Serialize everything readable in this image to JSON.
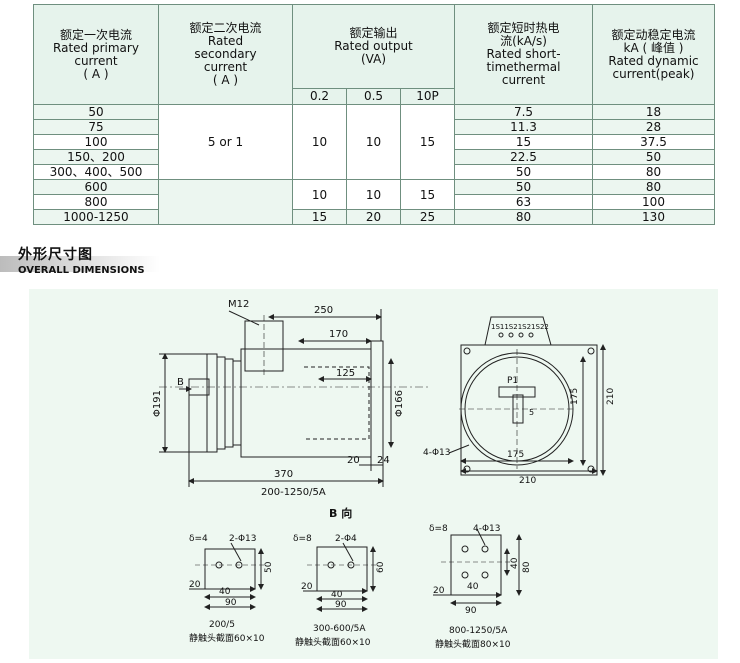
{
  "table": {
    "headers": {
      "primary": [
        "额定一次电流",
        "Rated primary",
        "current",
        "( A )"
      ],
      "secondary": [
        "额定二次电流",
        "Rated",
        "secondary",
        "current",
        "( A )"
      ],
      "output": [
        "额定输出",
        "Rated output",
        "(VA)"
      ],
      "output_classes": [
        "0.2",
        "0.5",
        "10P"
      ],
      "thermal": [
        "额定短时热电",
        "流(kA/s)",
        "Rated short-",
        "timethermal",
        "current"
      ],
      "dynamic": [
        "额定动稳定电流",
        "kA ( 峰值 )",
        "Rated dynamic",
        "current(peak)"
      ]
    },
    "primary_values": [
      "50",
      "75",
      "100",
      "150、200",
      "300、400、500",
      "600",
      "800",
      "1000-1250"
    ],
    "secondary_value": "5 or 1",
    "output_group1": [
      "10",
      "10",
      "15"
    ],
    "output_group2": [
      "10",
      "10",
      "15"
    ],
    "output_group3": [
      "15",
      "20",
      "25"
    ],
    "thermal_values": [
      "7.5",
      "11.3",
      "15",
      "22.5",
      "50",
      "50",
      "63",
      "80"
    ],
    "dynamic_values": [
      "18",
      "28",
      "37.5",
      "50",
      "80",
      "80",
      "100",
      "130"
    ]
  },
  "section": {
    "title_cn": "外形尺寸图",
    "title_en": "OVERALL DIMENSIONS"
  },
  "drawing": {
    "side_view": {
      "m12": "M12",
      "d250": "250",
      "d170": "170",
      "d125": "125",
      "b": "B",
      "d191": "Φ191",
      "d166": "Φ166",
      "d20": "20",
      "d24": "24",
      "d370": "370",
      "range": "200-1250/5A"
    },
    "front_view": {
      "terminals": "1S11S21S21S22",
      "p1": "P1",
      "d5": "5",
      "hole": "4-Φ13",
      "d175h": "175",
      "d210h": "210",
      "d175v": "175",
      "d210v": "210"
    },
    "b_view_title": "B 向",
    "details": [
      {
        "delta": "δ=4",
        "holes": "2-Φ13",
        "w20": "20",
        "w40": "40",
        "w90": "90",
        "h": "50",
        "label": "200/5",
        "section_label": "静触头截面60×10"
      },
      {
        "delta": "δ=8",
        "holes": "2-Φ4",
        "w20": "20",
        "w40": "40",
        "w90": "90",
        "h": "60",
        "label": "300-600/5A",
        "section_label": "静触头截面60×10"
      },
      {
        "delta": "δ=8",
        "holes": "4-Φ13",
        "w20": "20",
        "w40": "40",
        "w90": "90",
        "h40": "40",
        "h80": "80",
        "label": "800-1250/5A",
        "section_label": "静触头截面80×10"
      }
    ]
  }
}
